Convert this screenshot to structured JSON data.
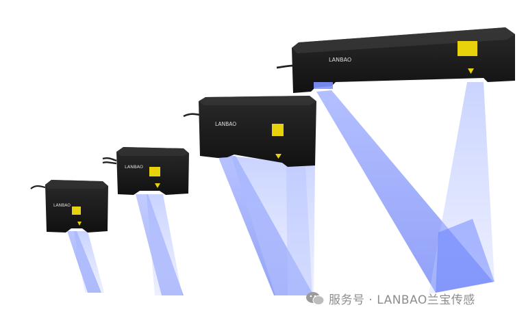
{
  "scene": {
    "subject": "LANBAO laser displacement sensors, four sizes",
    "sensors": [
      {
        "brand": "LANBAO"
      },
      {
        "brand": "LANBAO"
      },
      {
        "brand": "LANBAO"
      },
      {
        "brand": "LANBAO"
      }
    ]
  },
  "colors": {
    "background": "#ffffff",
    "sensor_body": "#1a1a1a",
    "sensor_edge": "#2c2c2c",
    "beam_blue": "#3f5dff",
    "warning_label": "#e8d20b",
    "watermark_text": "#8c8c8c"
  },
  "watermark": {
    "text": "服务号 · LANBAO兰宝传感",
    "icon": "wechat-icon"
  }
}
